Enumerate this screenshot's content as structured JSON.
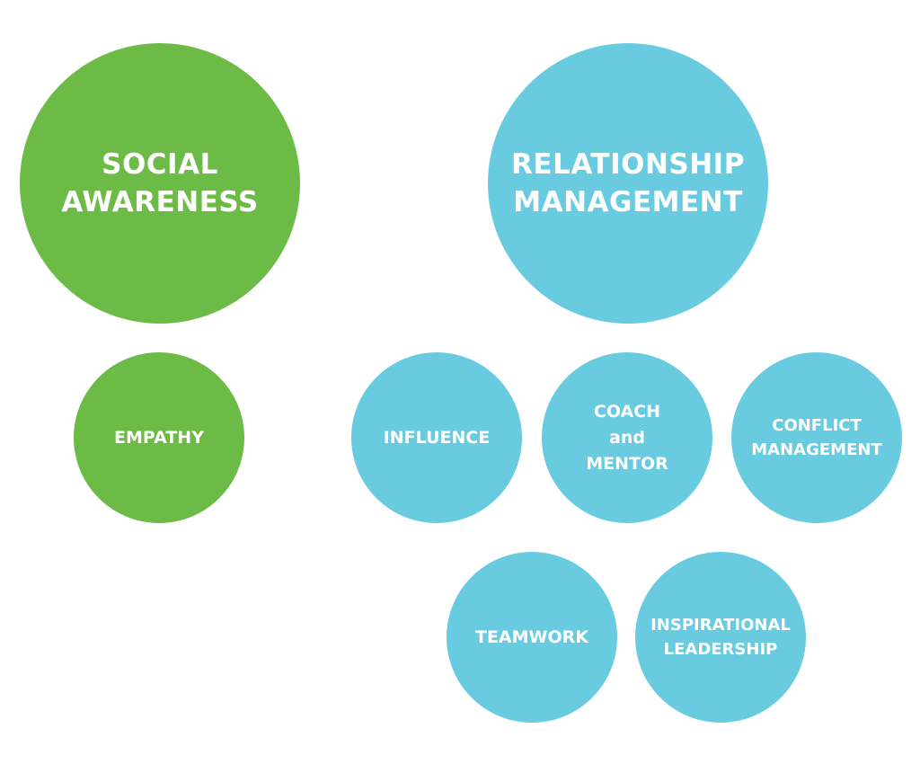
{
  "colors": {
    "social_green": "#6cbb46",
    "relationship_blue": "#68cbe0",
    "text": "#ffffff"
  },
  "social_awareness": {
    "title": "SOCIAL\nAWARENESS",
    "competencies": [
      {
        "label": "EMPATHY"
      }
    ]
  },
  "relationship_management": {
    "title": "RELATIONSHIP\nMANAGEMENT",
    "competencies": [
      {
        "label": "INFLUENCE"
      },
      {
        "label": "COACH\nand\nMENTOR"
      },
      {
        "label": "CONFLICT\nMANAGEMENT"
      },
      {
        "label": "TEAMWORK"
      },
      {
        "label": "INSPIRATIONAL\nLEADERSHIP"
      }
    ]
  }
}
